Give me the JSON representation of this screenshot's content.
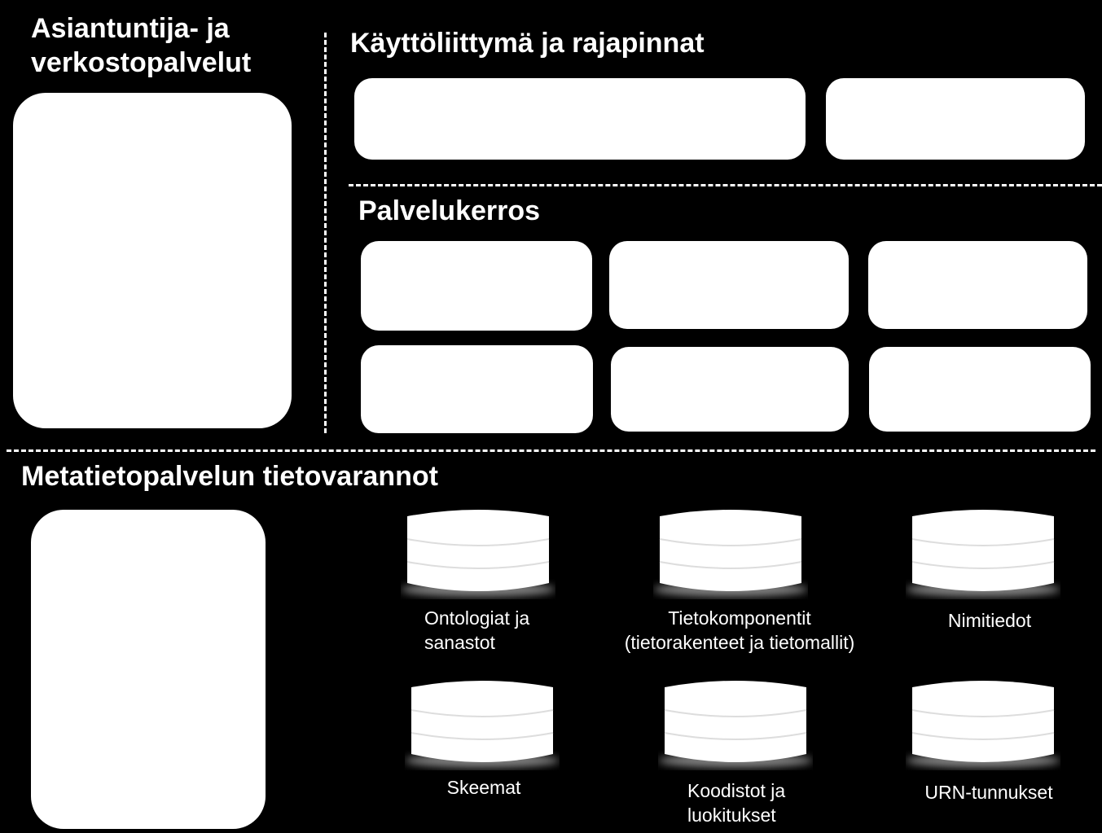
{
  "sections": {
    "expert": {
      "title_lines": [
        "Asiantuntija- ja",
        "verkostopalvelut"
      ]
    },
    "ui": {
      "title": "Käyttöliittymä ja rajapinnat"
    },
    "service": {
      "title": "Palvelukerros"
    },
    "repositories": {
      "title": "Metatietopalvelun tietovarannot"
    }
  },
  "databases": [
    {
      "label_lines": [
        "Ontologiat  ja",
        "sanastot"
      ]
    },
    {
      "label_lines": [
        "Tietokomponentit",
        "(tietorakenteet ja tietomallit)"
      ]
    },
    {
      "label_lines": [
        "Nimitiedot"
      ]
    },
    {
      "label_lines": [
        "Skeemat"
      ]
    },
    {
      "label_lines": [
        "Koodistot ja",
        "luokitukset"
      ]
    },
    {
      "label_lines": [
        "URN-tunnukset"
      ]
    }
  ],
  "colors": {
    "background": "#000000",
    "foreground": "#ffffff"
  }
}
